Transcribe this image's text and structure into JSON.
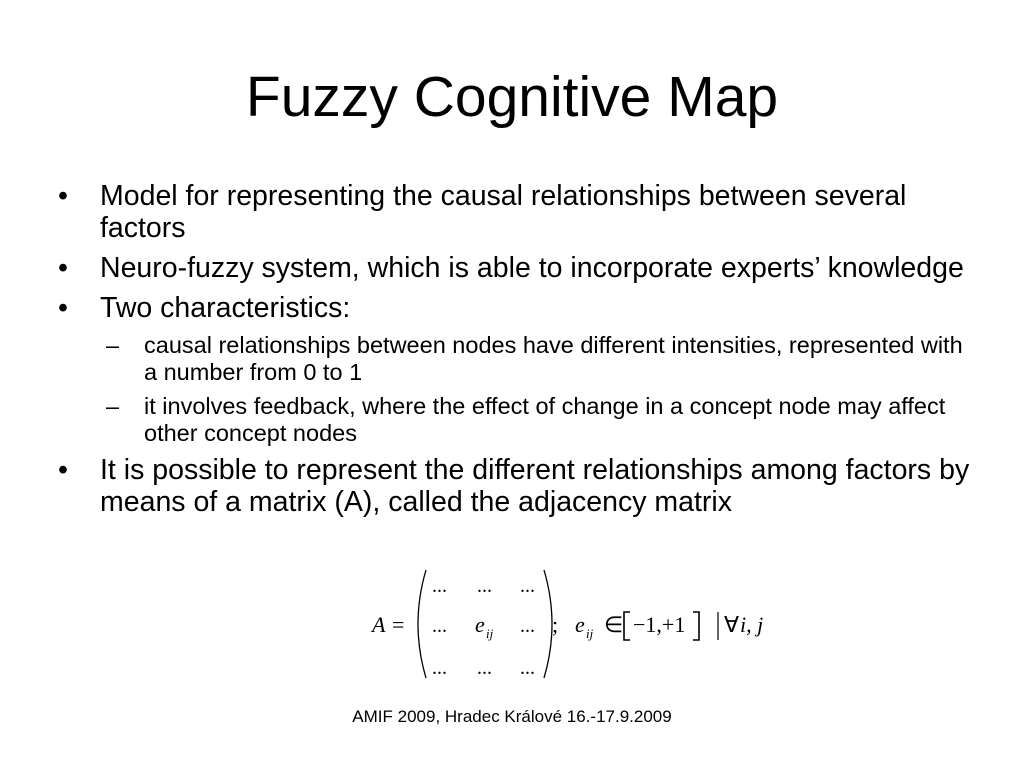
{
  "title": "Fuzzy Cognitive Map",
  "bullets": [
    {
      "marker": "•",
      "text": "Model for representing the causal relationships between several factors"
    },
    {
      "marker": "•",
      "text": "Neuro-fuzzy system, which is able to incorporate experts’ knowledge"
    },
    {
      "marker": "•",
      "text": "Two characteristics:",
      "sub": [
        {
          "marker": "–",
          "text": "causal relationships between nodes have different intensities, represented with a number from 0 to 1"
        },
        {
          "marker": "–",
          "text": "it involves feedback, where the effect of change in a concept node may affect other concept nodes"
        }
      ]
    },
    {
      "marker": "•",
      "text": "It is possible to represent the different relationships among factors by means of a matrix (A), called the adjacency matrix"
    }
  ],
  "formula": {
    "lhs": "A",
    "equals": "=",
    "rows": [
      [
        "...",
        "...",
        "..."
      ],
      [
        "...",
        "e",
        "..."
      ],
      [
        "...",
        "...",
        "..."
      ]
    ],
    "element_subscript": "ij",
    "separator": ";",
    "element": "e",
    "in_symbol": "∈",
    "interval": "−1,+1",
    "forall": "∀",
    "indices": "i, j"
  },
  "footer": "AMIF 2009, Hradec Králové 16.-17.9.2009"
}
